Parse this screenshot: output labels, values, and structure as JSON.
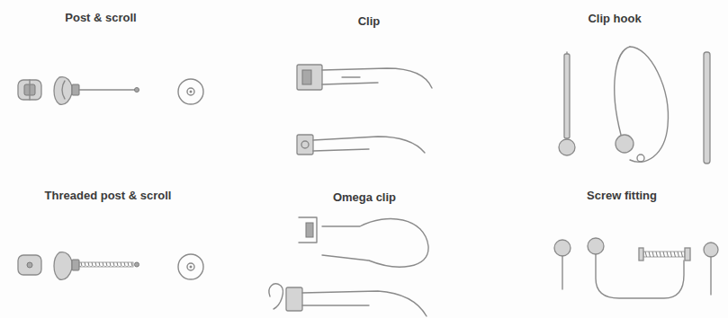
{
  "diagram": {
    "labels": [
      "Post & scroll",
      "Clip",
      "Clip hook",
      "Threaded post & scroll",
      "Omega clip",
      "Screw fitting"
    ]
  }
}
